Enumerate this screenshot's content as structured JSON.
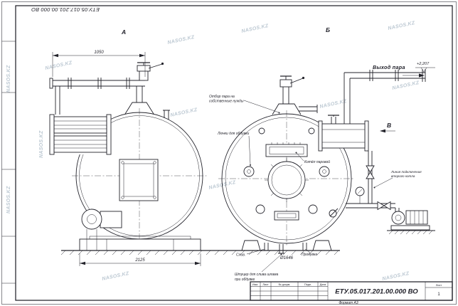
{
  "frame": {
    "doc_number_inverted": "ЕТУ.05.017.201.00.000 ВО",
    "format_note": "Формат А3"
  },
  "title_block": {
    "doc_number": "ЕТУ.05.017.201.00.000  ВО",
    "col_change": "Изм.",
    "col_sheet": "Лист",
    "col_doc_no": "№ докум.",
    "col_sign": "Подп.",
    "col_date": "Дата",
    "sheet_label": "Лист",
    "sheet_value": "1"
  },
  "view_labels": {
    "a": "А",
    "b": "Б",
    "v": "В"
  },
  "dimensions": {
    "pipe_length": "1050",
    "overall_width": "2125",
    "shell_diameter": "Ø1646"
  },
  "callouts": {
    "steam_outlet": "Выход пара",
    "elevation": "+2,207",
    "own_needs_line1": "Отбор пара на",
    "own_needs_line2": "собственные нужды",
    "blow_hatches": "Лючки для обдувки",
    "boiler_name": "Котёл паровой",
    "second_boiler_line1": "Линия подключения",
    "second_boiler_line2": "второго котла",
    "sludge_line1": "Штуцер для слива шлама",
    "sludge_line2": "при обдувке",
    "drain": "Слив.",
    "blowdown": "Продувка"
  },
  "watermark": {
    "text": "NASOS.KZ"
  }
}
